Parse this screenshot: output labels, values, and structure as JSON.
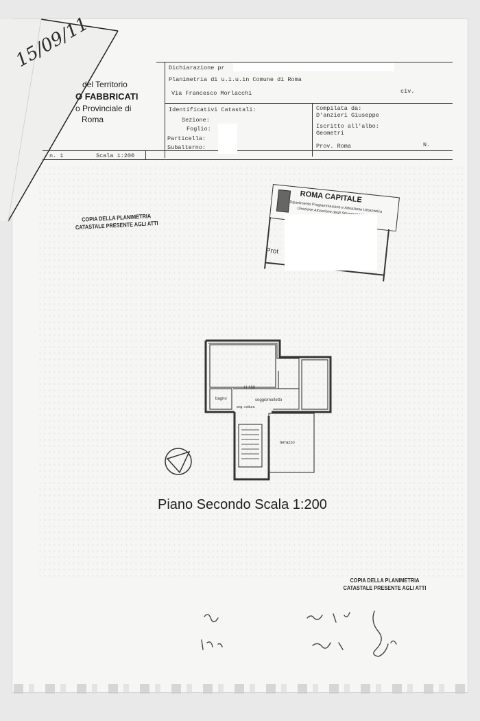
{
  "header": {
    "declaration_label": "Dichiarazione pr",
    "plan_line": "Planimetria di u.i.u.in Comune di Roma",
    "address": "Via Francesco Morlacchi",
    "civ_label": "civ.",
    "ids_label": "Identificativi Catastali:",
    "sezione_label": "Sezione:",
    "foglio_label": "Foglio:",
    "particella_label": "Particella:",
    "subalterno_label": "Subalterno:",
    "compiled_by_label": "Compilata da:",
    "compiled_by_name": "D'anzieri Giuseppe",
    "registered_label": "Iscritto all'albo:",
    "registered_value": "Geometri",
    "province_label": "Prov. Roma",
    "number_label": "N.",
    "sheet_number": "n. 1",
    "scale_header": "Scala 1:200"
  },
  "office": {
    "line1": "del Territorio",
    "line2": "O FABBRICATI",
    "line3": "o Provinciale di",
    "line4": "Roma"
  },
  "handwritten_date": "15/09/11",
  "stamp_top": {
    "line1": "COPIA DELLA PLANIMETRIA",
    "line2": "CATASTALE PRESENTE AGLI ATTI"
  },
  "roma_stamp": {
    "title": "ROMA CAPITALE",
    "sub1": "Dipartimento Programmazione e Attuazione Urbanistica",
    "sub2": "Direzione Attuazione degli Strumenti Urbanistici",
    "prot_label": "Prot"
  },
  "plan": {
    "room_bagno": "bagno",
    "room_soggiorno": "soggiorno/letto",
    "room_terrazzo": "terrazzo",
    "room_ang_cottura": "ang. cottura",
    "height_h160": "H 160",
    "title": "Piano Secondo Scala 1:200"
  },
  "stamp_bottom": {
    "line1": "COPIA DELLA PLANIMETRIA",
    "line2": "CATASTALE PRESENTE AGLI ATTI"
  },
  "colors": {
    "paper": "#f6f6f4",
    "ink": "#222222",
    "redaction": "#ffffff"
  }
}
